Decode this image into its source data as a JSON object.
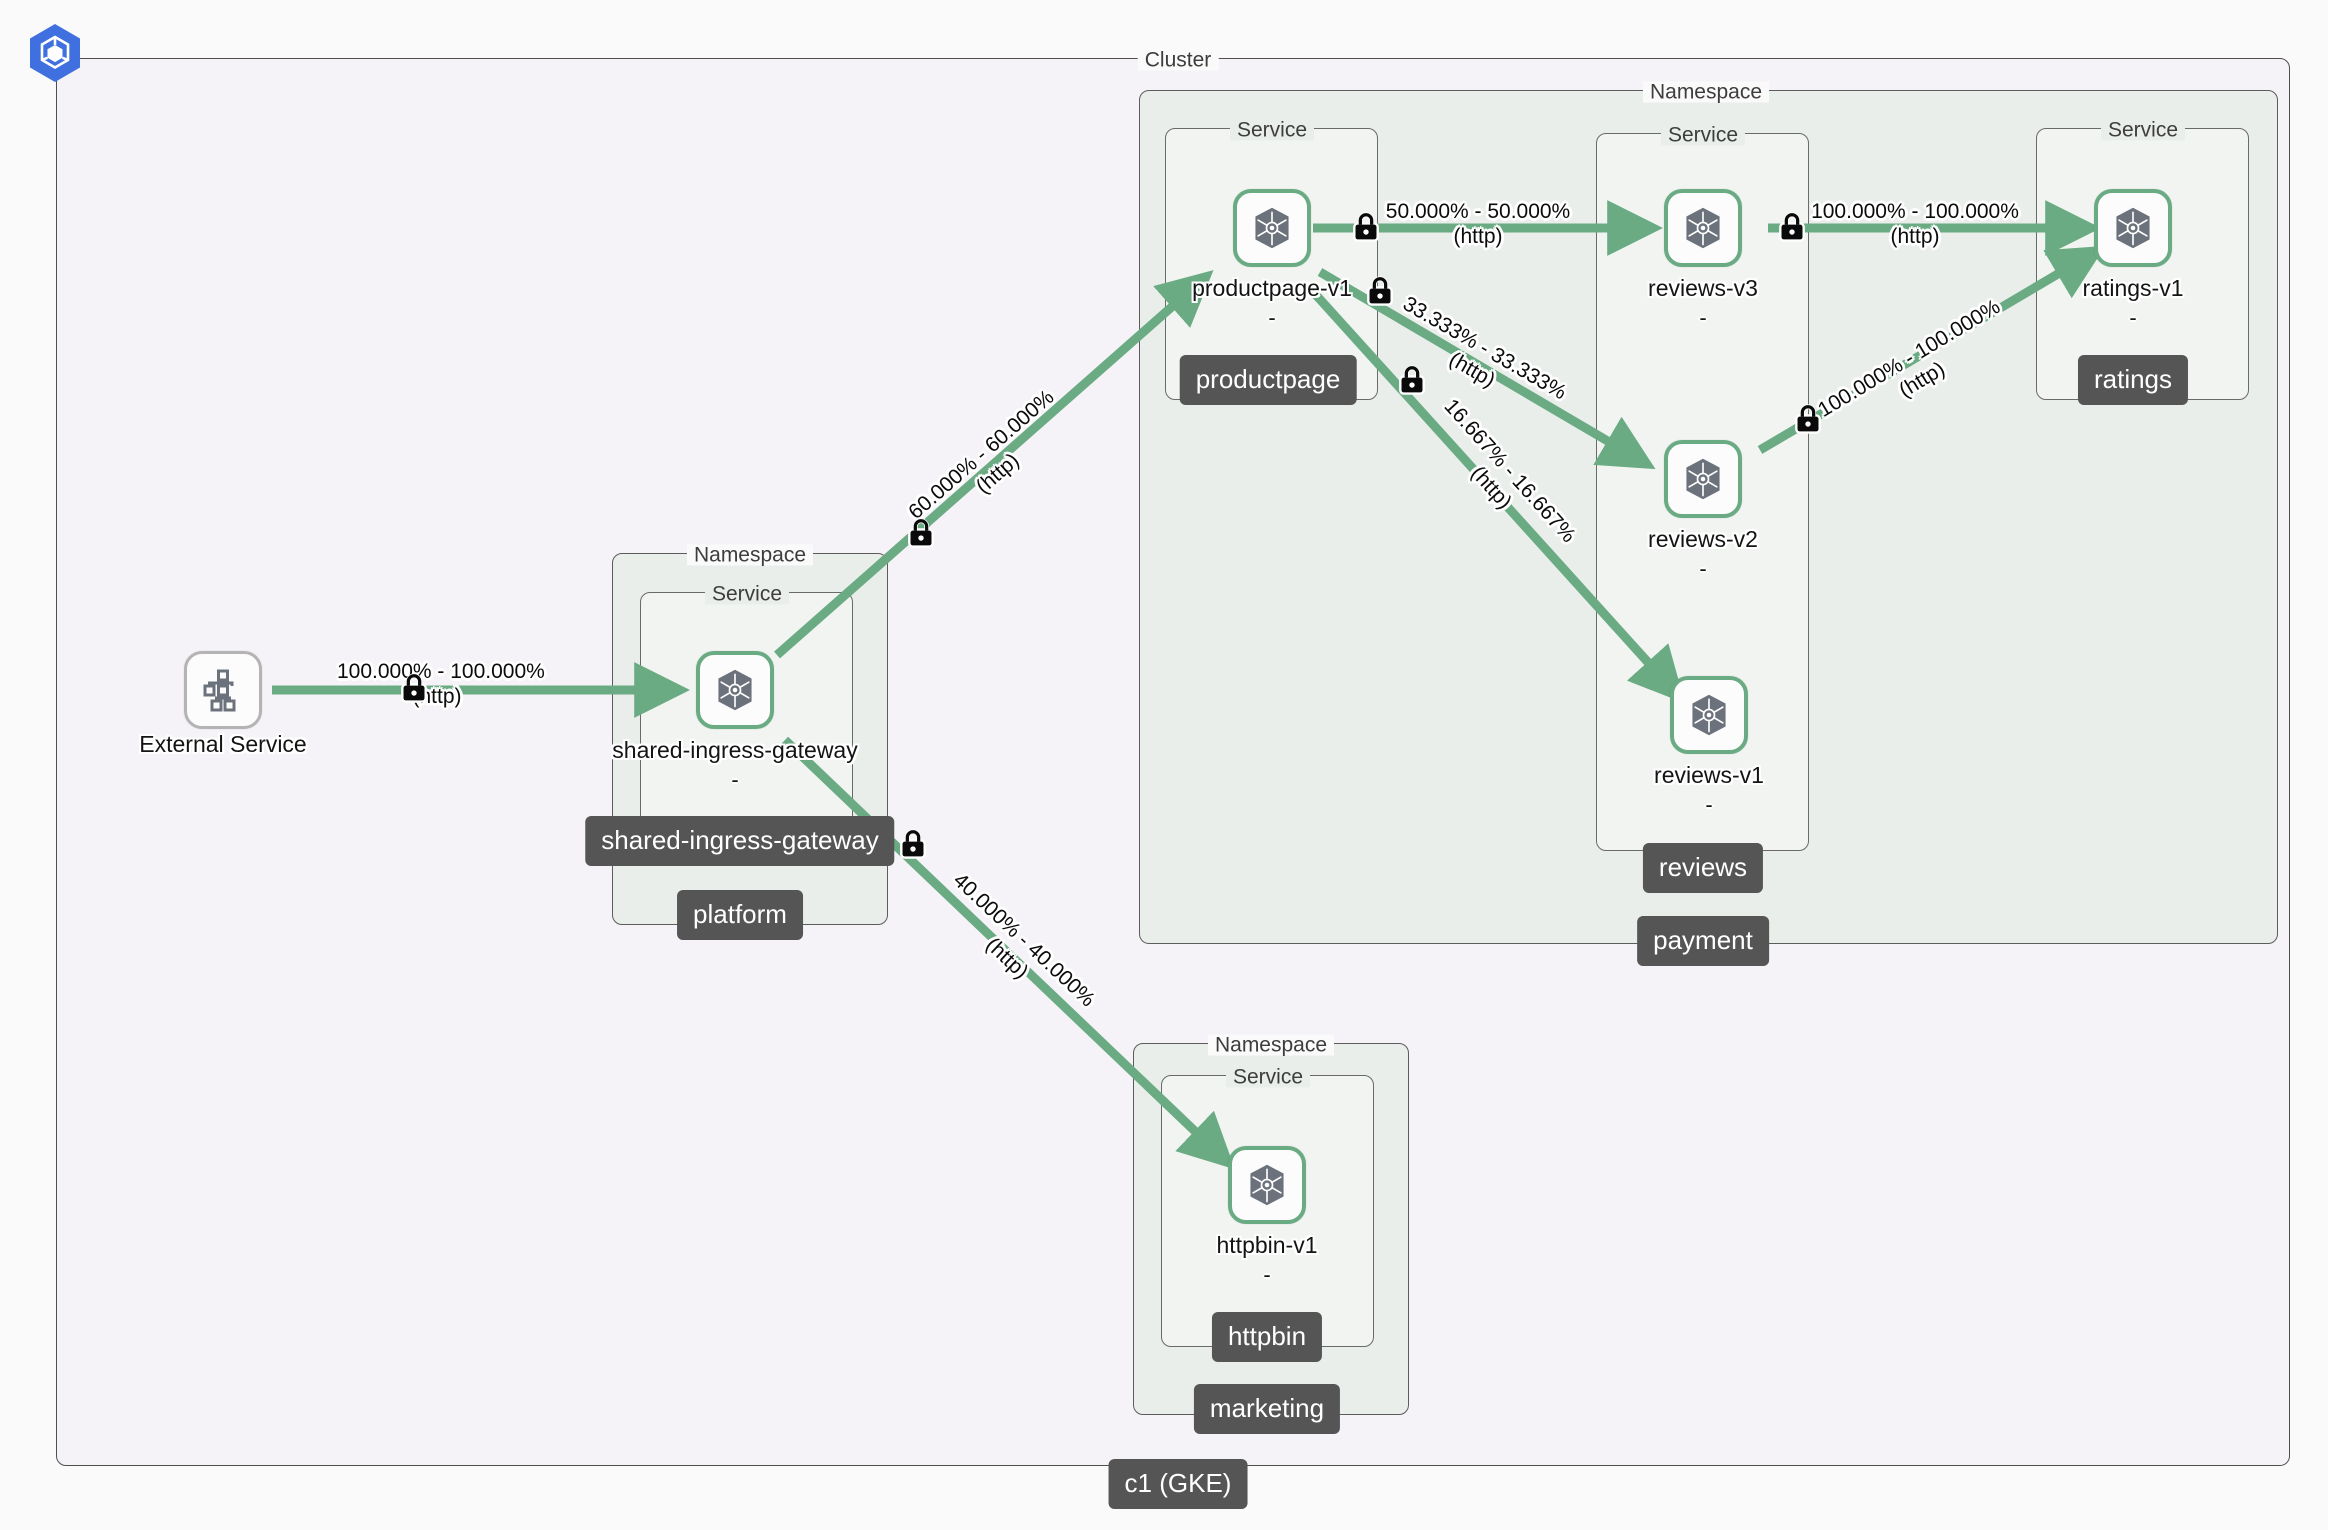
{
  "app": {
    "logo_icon": "kiali-hexagon-logo"
  },
  "graph": {
    "cluster": {
      "frame_label": "Cluster",
      "name_badge": "c1 (GKE)"
    },
    "group_labels": {
      "namespace": "Namespace",
      "service": "Service"
    },
    "namespaces": [
      {
        "id": "platform",
        "badge": "platform"
      },
      {
        "id": "payment",
        "badge": "payment"
      },
      {
        "id": "marketing",
        "badge": "marketing"
      }
    ],
    "services": [
      {
        "id": "shared-ingress-gateway",
        "badge": "shared-ingress-gateway",
        "namespace": "platform"
      },
      {
        "id": "productpage",
        "badge": "productpage",
        "namespace": "payment"
      },
      {
        "id": "reviews",
        "badge": "reviews",
        "namespace": "payment"
      },
      {
        "id": "ratings",
        "badge": "ratings",
        "namespace": "payment"
      },
      {
        "id": "httpbin",
        "badge": "httpbin",
        "namespace": "marketing"
      }
    ],
    "nodes": [
      {
        "id": "external-service",
        "label": "External Service",
        "sub": "",
        "icon": "sitemap-icon",
        "kind": "external"
      },
      {
        "id": "shared-ingress-gateway",
        "label": "shared-ingress-gateway",
        "sub": "-",
        "icon": "kubernetes-icon",
        "kind": "workload"
      },
      {
        "id": "productpage-v1",
        "label": "productpage-v1",
        "sub": "-",
        "icon": "kubernetes-icon",
        "kind": "workload"
      },
      {
        "id": "reviews-v3",
        "label": "reviews-v3",
        "sub": "-",
        "icon": "kubernetes-icon",
        "kind": "workload"
      },
      {
        "id": "reviews-v2",
        "label": "reviews-v2",
        "sub": "-",
        "icon": "kubernetes-icon",
        "kind": "workload"
      },
      {
        "id": "reviews-v1",
        "label": "reviews-v1",
        "sub": "-",
        "icon": "kubernetes-icon",
        "kind": "workload"
      },
      {
        "id": "ratings-v1",
        "label": "ratings-v1",
        "sub": "-",
        "icon": "kubernetes-icon",
        "kind": "workload"
      },
      {
        "id": "httpbin-v1",
        "label": "httpbin-v1",
        "sub": "-",
        "icon": "kubernetes-icon",
        "kind": "workload"
      }
    ],
    "edges": [
      {
        "id": "e1",
        "source": "external-service",
        "target": "shared-ingress-gateway",
        "rate": "100.000%",
        "range": "100.000%",
        "protocol": "(http)",
        "secured": true
      },
      {
        "id": "e2",
        "source": "shared-ingress-gateway",
        "target": "productpage-v1",
        "rate": "60.000%",
        "range": "60.000%",
        "protocol": "(http)",
        "secured": true
      },
      {
        "id": "e3",
        "source": "shared-ingress-gateway",
        "target": "httpbin-v1",
        "rate": "40.000%",
        "range": "40.000%",
        "protocol": "(http)",
        "secured": true
      },
      {
        "id": "e4",
        "source": "productpage-v1",
        "target": "reviews-v3",
        "rate": "50.000%",
        "range": "50.000%",
        "protocol": "(http)",
        "secured": true
      },
      {
        "id": "e5",
        "source": "productpage-v1",
        "target": "reviews-v2",
        "rate": "33.333%",
        "range": "33.333%",
        "protocol": "(http)",
        "secured": true
      },
      {
        "id": "e6",
        "source": "productpage-v1",
        "target": "reviews-v1",
        "rate": "16.667%",
        "range": "16.667%",
        "protocol": "(http)",
        "secured": true
      },
      {
        "id": "e7",
        "source": "reviews-v3",
        "target": "ratings-v1",
        "rate": "100.000%",
        "range": "100.000%",
        "protocol": "(http)",
        "secured": true
      },
      {
        "id": "e8",
        "source": "reviews-v2",
        "target": "ratings-v1",
        "rate": "100.000%",
        "range": "100.000%",
        "protocol": "(http)",
        "secured": true
      }
    ],
    "edge_label_text": {
      "e1": "100.000% - 100.000%",
      "e2": "60.000% - 60.000%",
      "e3": "40.000% - 40.000%",
      "e4": "50.000% - 50.000%",
      "e5": "33.333% - 33.333%",
      "e6": "16.667% - 16.667%",
      "e7": "100.000% - 100.000%",
      "e8": "100.000% - 100.000%"
    },
    "protocol_text": "(http)",
    "colors": {
      "edge": "#6aab83",
      "node_border_healthy": "#6aab83",
      "node_border_external": "#b4b4b4",
      "badge_bg": "#555555",
      "cluster_bg": "#f5f3f7",
      "namespace_bg": "#eaeeea",
      "service_bg": "#f1f4f1",
      "page_bg": "#fafafa",
      "logo_bg": "#4070e0"
    }
  }
}
